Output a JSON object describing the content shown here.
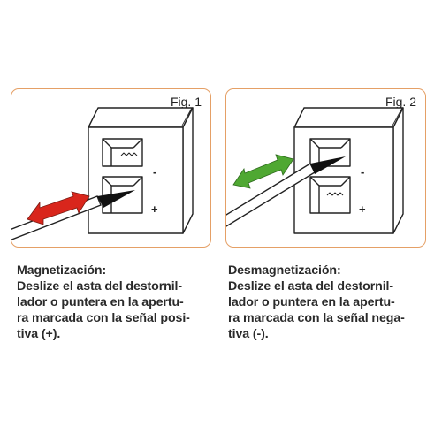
{
  "panels": [
    {
      "fig": "Fig. 1",
      "signs": {
        "top": "-",
        "bottom": "+"
      },
      "arrow_color": "#d9261c",
      "title": "Magnetización:",
      "lines": [
        "Deslize el asta del destornil-",
        "lador o puntera en la apertu-",
        "ra marcada con la señal posi-",
        "tiva (+)."
      ]
    },
    {
      "fig": "Fig. 2",
      "signs": {
        "top": "-",
        "bottom": "+"
      },
      "arrow_color": "#4fa832",
      "title": "Desmagnetización:",
      "lines": [
        "Deslize el asta del destornil-",
        "lador o puntera en la apertu-",
        "ra marcada con la señal nega-",
        "tiva (-)."
      ]
    }
  ]
}
